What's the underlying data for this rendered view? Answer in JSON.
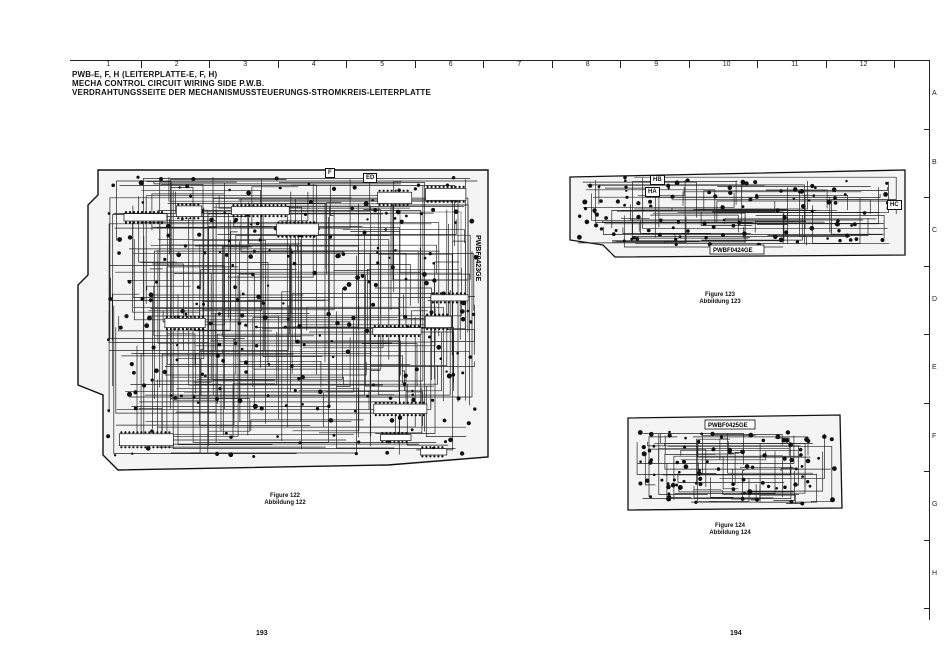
{
  "header": {
    "line1": "PWB-E, F, H (LEITERPLATTE-E, F, H)",
    "line2": "MECHA CONTROL CIRCUIT WIRING SIDE P.W.B.",
    "line3": "VERDRAHTUNGSSEITE DER MECHANISMUSSTEUERUNGS-STROMKREIS-LEITERPLATTE"
  },
  "grid": {
    "columns": [
      "1",
      "2",
      "3",
      "4",
      "5",
      "6",
      "7",
      "8",
      "9",
      "10",
      "11",
      "12"
    ],
    "rows": [
      "A",
      "B",
      "C",
      "D",
      "E",
      "F",
      "G",
      "H"
    ]
  },
  "figures": [
    {
      "title": "Figure 122",
      "subtitle": "Abbildung 122",
      "board_code": "PWBF0423GE",
      "labels": [
        "F",
        "ED"
      ]
    },
    {
      "title": "Figure 123",
      "subtitle": "Abbildung 123",
      "board_code": "PWBF0424GE",
      "labels": [
        "HB",
        "HA",
        "HC"
      ]
    },
    {
      "title": "Figure 124",
      "subtitle": "Abbildung 124",
      "board_code": "PWBF0425GE",
      "labels": []
    }
  ],
  "pages": {
    "left": "193",
    "right": "194"
  }
}
